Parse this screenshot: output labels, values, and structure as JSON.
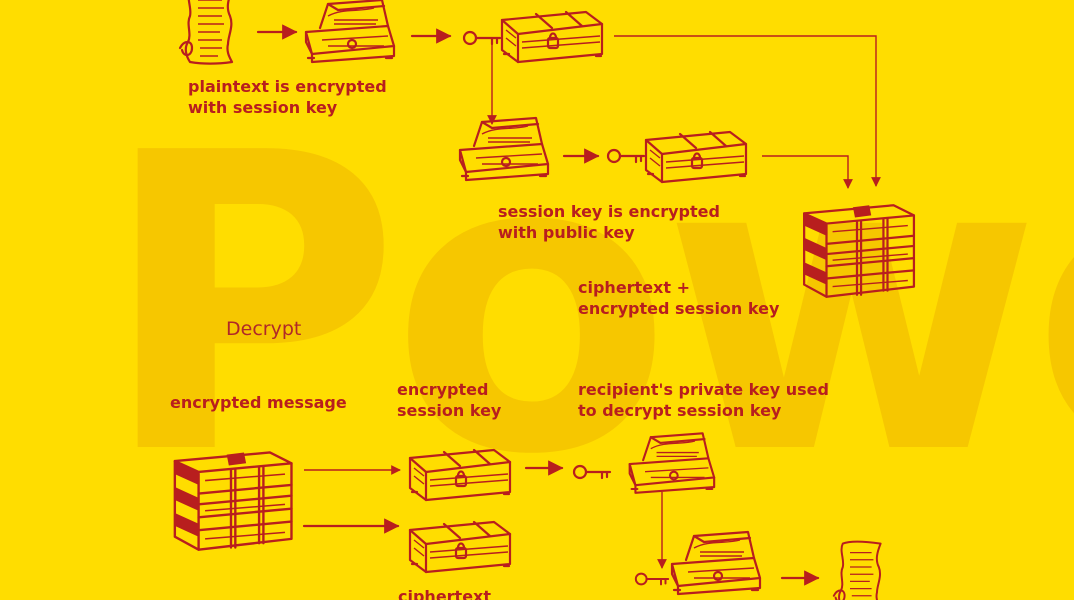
{
  "watermark": "Power",
  "decrypt_heading": "Decrypt",
  "labels": {
    "plaintext_encrypted": [
      "plaintext is encrypted",
      "with session key"
    ],
    "session_key_encrypted": [
      "session key is encrypted",
      "with public key"
    ],
    "ciphertext_plus": [
      "ciphertext +",
      "encrypted session key"
    ],
    "encrypted_message": [
      "encrypted message"
    ],
    "encrypted_session_key": [
      "encrypted",
      "session key"
    ],
    "private_key_used": [
      "recipient's private key used",
      "to decrypt session key"
    ],
    "ciphertext_bottom": [
      "ciphertext"
    ]
  },
  "icons": {
    "scroll": "document-scroll-icon",
    "open_chest": "open-chest-icon",
    "closed_chest": "locked-chest-icon",
    "key": "key-icon",
    "bundle": "bundled-chests-icon"
  },
  "colors": {
    "background": "#FFDD00",
    "ink": "#B81E1E",
    "watermark": "#F5C400"
  }
}
